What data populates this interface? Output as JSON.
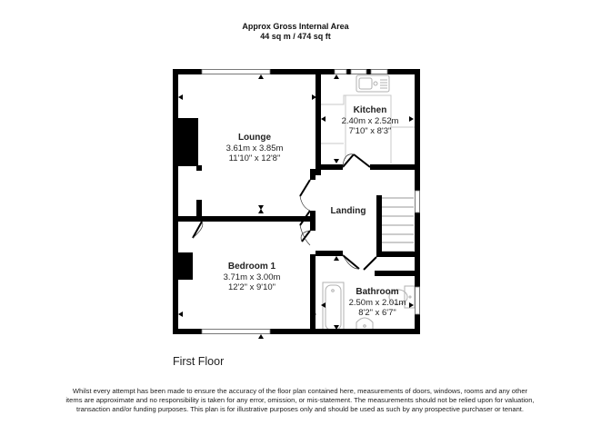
{
  "header": {
    "title": "Approx Gross Internal Area",
    "area": "44 sq m / 474 sq ft"
  },
  "floor": {
    "label": "First Floor"
  },
  "rooms": [
    {
      "name": "Lounge",
      "metric": "3.61m x 3.85m",
      "imperial": "11'10\" x 12'8\""
    },
    {
      "name": "Kitchen",
      "metric": "2.40m x 2.52m",
      "imperial": "7'10\" x 8'3\""
    },
    {
      "name": "Landing",
      "metric": "",
      "imperial": ""
    },
    {
      "name": "Bedroom 1",
      "metric": "3.71m x 3.00m",
      "imperial": "12'2\" x 9'10\""
    },
    {
      "name": "Bathroom",
      "metric": "2.50m x 2.01m",
      "imperial": "8'2\" x 6'7\""
    }
  ],
  "disclaimer": "Whilst every attempt has been made to ensure the accuracy of the floor plan contained here, measurements of doors, windows, rooms and any other items are approximate and no responsibility is taken for any error, omission, or mis-statement. The measurements should not be relied upon for valuation, transaction and/or funding purposes. This plan is for illustrative purposes only and should be used as such by any prospective purchaser or tenant.",
  "colors": {
    "wall": "#000000",
    "fixture": "#bbbbbb",
    "background": "#ffffff"
  }
}
